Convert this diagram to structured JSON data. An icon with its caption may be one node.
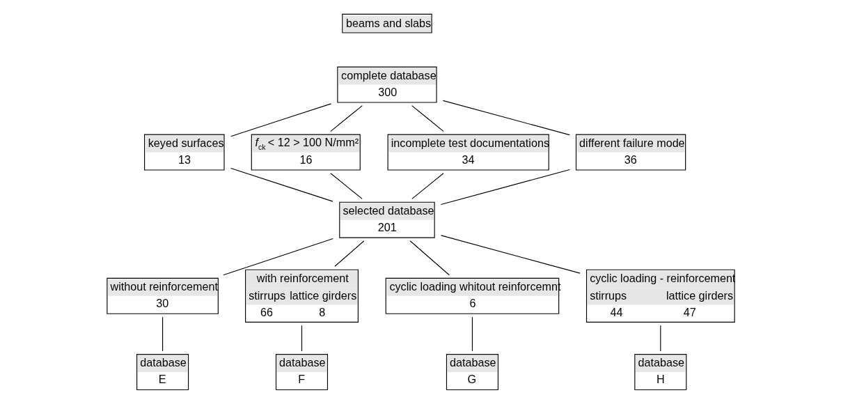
{
  "diagram": {
    "nodes": [
      {
        "text": [
          "beams and slabs"
        ]
      },
      {
        "text": [
          "complete database",
          "300"
        ]
      },
      {
        "text": [
          "keyed surfaces",
          "13"
        ]
      },
      {
        "text": [
          "*f*$_{ck}$ < 12 > 100 N/mm²",
          "16"
        ]
      },
      {
        "text": [
          "incomplete test documentations",
          "34"
        ]
      },
      {
        "text": [
          "different failure mode",
          "36"
        ]
      },
      {
        "text": [
          "selected database",
          "201"
        ]
      },
      {
        "text": [
          "without reinforcement",
          "30"
        ]
      },
      {
        "text": [
          "with reinforcement",
          "stirrups",
          "lattice girders",
          "66",
          "8"
        ]
      },
      {
        "text": [
          "cyclic loading whitout reinforcemnt",
          "6"
        ]
      },
      {
        "text": [
          "cyclic loading - reinforcement",
          "stirrups",
          "lattice girders",
          "44",
          "47"
        ]
      },
      {
        "text": [
          "database",
          "E"
        ]
      },
      {
        "text": [
          "database",
          "F"
        ]
      },
      {
        "text": [
          "database",
          "G"
        ]
      },
      {
        "text": [
          "database",
          "H"
        ]
      }
    ],
    "edges": [
      {
        "from": 1,
        "to": 2,
        "arrow": "none"
      },
      {
        "from": 1,
        "to": 3,
        "arrow": "none"
      },
      {
        "from": 1,
        "to": 4,
        "arrow": "none"
      },
      {
        "from": 1,
        "to": 5,
        "arrow": "none"
      },
      {
        "from": 2,
        "to": 6,
        "arrow": "none"
      },
      {
        "from": 3,
        "to": 6,
        "arrow": "none"
      },
      {
        "from": 4,
        "to": 6,
        "arrow": "none"
      },
      {
        "from": 5,
        "to": 6,
        "arrow": "none"
      },
      {
        "from": 6,
        "to": 7,
        "arrow": "none"
      },
      {
        "from": 6,
        "to": 8,
        "arrow": "none"
      },
      {
        "from": 6,
        "to": 9,
        "arrow": "none"
      },
      {
        "from": 6,
        "to": 10,
        "arrow": "none"
      },
      {
        "from": 7,
        "to": 11,
        "arrow": "none"
      },
      {
        "from": 8,
        "to": 12,
        "arrow": "none"
      },
      {
        "from": 9,
        "to": 13,
        "arrow": "none"
      },
      {
        "from": 10,
        "to": 14,
        "arrow": "none"
      }
    ]
  }
}
